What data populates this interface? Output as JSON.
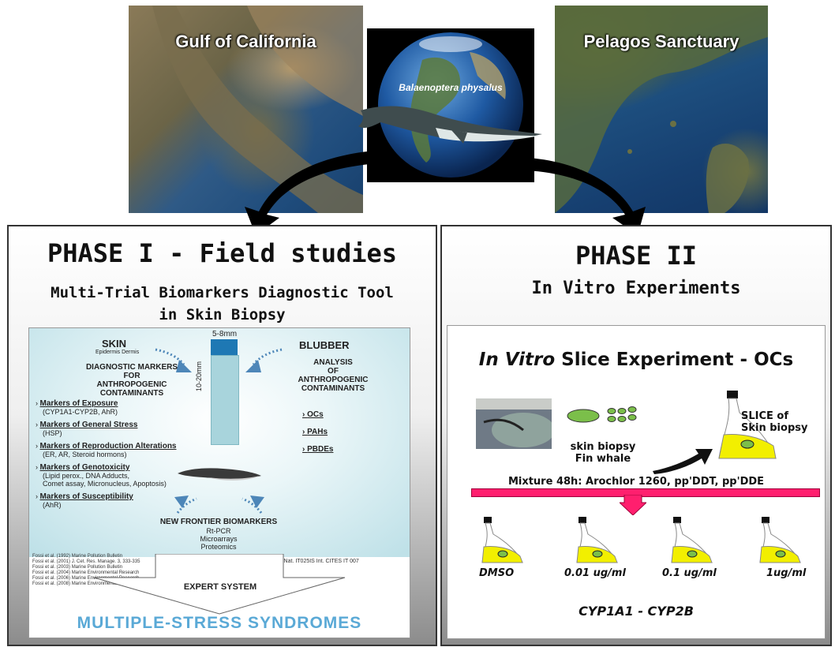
{
  "maps": {
    "left_title": "Gulf of California",
    "right_title": "Pelagos Sanctuary",
    "globe_label": "Balaenoptera physalus"
  },
  "phase1": {
    "title": "PHASE I - Field studies",
    "subtitle_line1": "Multi-Trial Biomarkers Diagnostic Tool",
    "subtitle_line2": "in Skin Biopsy",
    "skin": "SKIN",
    "skin_sub": "Epidermis Dermis",
    "blubber": "BLUBBER",
    "depth": "5-8mm",
    "length": "10-20mm",
    "diag_title": "DIAGNOSTIC MARKERS\nFOR\nANTHROPOGENIC\nCONTAMINANTS",
    "markers": [
      {
        "h": "Markers of Exposure",
        "d": "(CYP1A1-CYP2B, AhR)"
      },
      {
        "h": "Markers of General Stress",
        "d": "(HSP)"
      },
      {
        "h": "Markers of Reproduction Alterations",
        "d": "(ER, AR, Steroid hormons)"
      },
      {
        "h": "Markers of Genotoxicity",
        "d": "(Lipid perox., DNA Adducts,\nComet assay, Micronucleus, Apoptosis)"
      },
      {
        "h": "Markers of Susceptibility",
        "d": "(AhR)"
      }
    ],
    "analysis_title": "ANALYSIS\nOF\nANTHROPOGENIC\nCONTAMINANTS",
    "contaminants": [
      "OCs",
      "PAHs",
      "PBDEs"
    ],
    "frontier_title": "NEW FRONTIER BIOMARKERS",
    "frontier_items": [
      "Rt-PCR",
      "Microarrays",
      "Proteomics"
    ],
    "references": [
      "Fossi et al. (1992) Marine Pollution Bulletin",
      "Fossi et al. (2001) J. Cet. Res. Manage. 3, 333-335",
      "Fossi et al. (2003) Marine Pollution Bulletin",
      "Fossi et al. (2004) Marine Environmental Research",
      "Fossi et al. (2006) Marine Environmental Research",
      "Fossi et al. (2008) Marine Environmental Research"
    ],
    "cites": "CITES Nat. IT025IS Int. CITES IT 007",
    "expert_system": "EXPERT SYSTEM",
    "syndromes": "MULTIPLE-STRESS SYNDROMES"
  },
  "phase2": {
    "title": "PHASE II",
    "subtitle": "In Vitro Experiments",
    "exp_title_italic": "In Vitro",
    "exp_title_rest": " Slice Experiment - OCs",
    "slice_label_line1": "SLICE of",
    "slice_label_line2": "Skin biopsy",
    "biopsy_line1": "skin biopsy",
    "biopsy_line2": "Fin whale",
    "mixture": "Mixture 48h: Arochlor 1260, pp'DDT, pp'DDE",
    "doses": [
      "DMSO",
      "0.01 ug/ml",
      "0.1 ug/ml",
      "1ug/ml"
    ],
    "genes": "CYP1A1 - CYP2B"
  },
  "colors": {
    "flask_fill": "#f2ef00",
    "mixture_bar": "#ff1f6e",
    "syndromes_text": "#5aa9d6",
    "arrow_blue": "#4d86b8"
  }
}
